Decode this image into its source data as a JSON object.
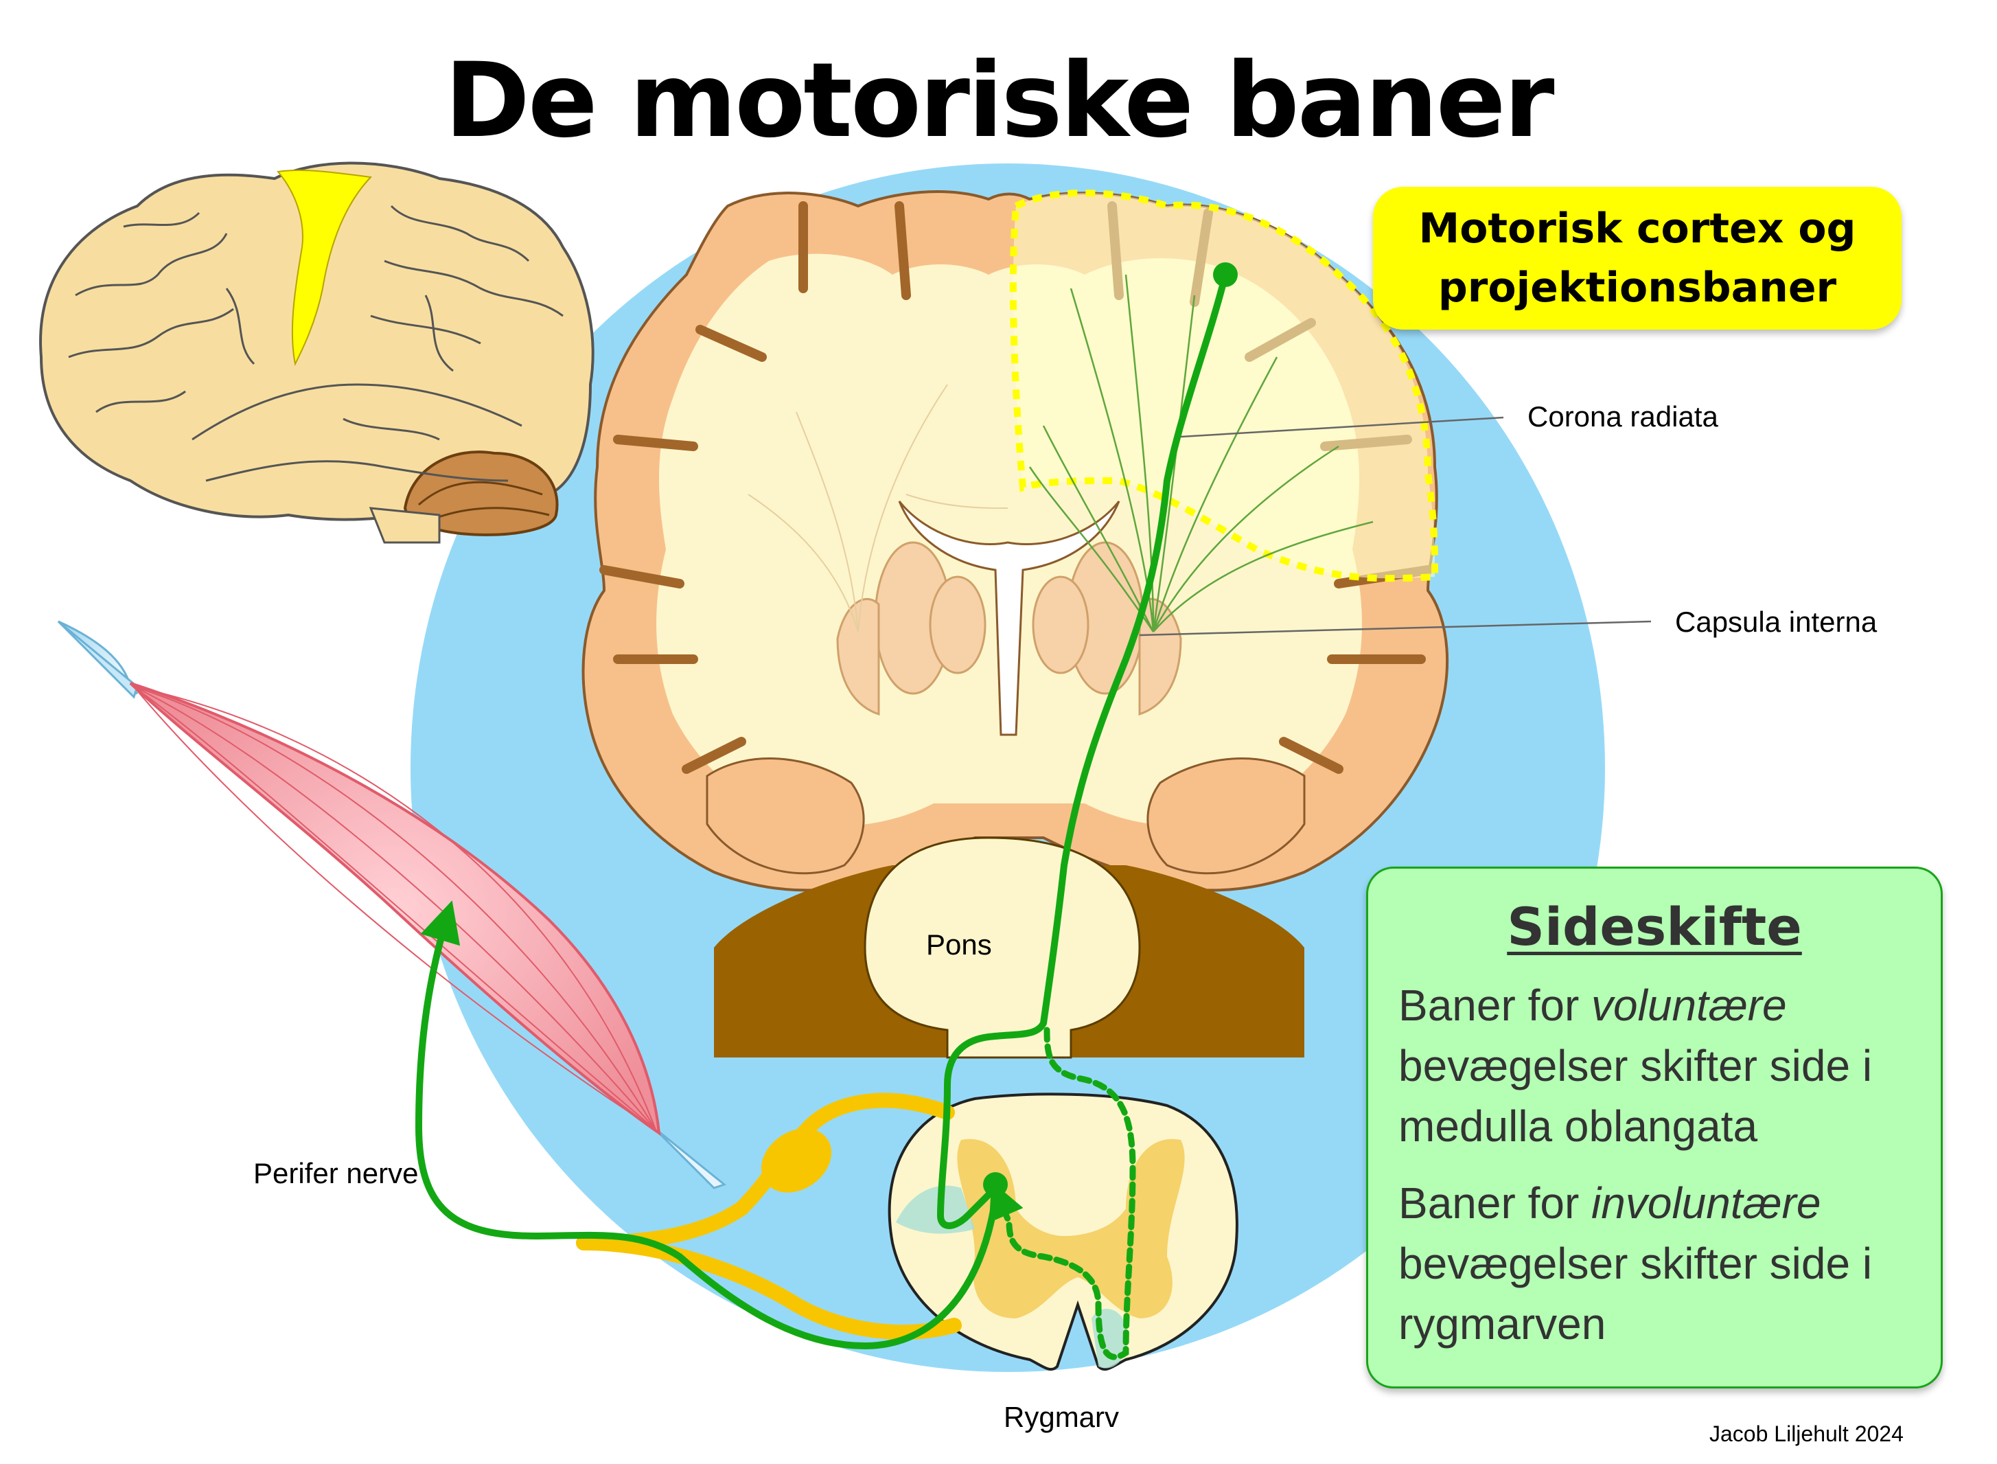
{
  "title": "De motoriske baner",
  "labels": {
    "corona_radiata": "Corona radiata",
    "capsula_interna": "Capsula interna",
    "pons": "Pons",
    "perifer_nerve": "Perifer nerve",
    "rygmarv": "Rygmarv"
  },
  "callout": {
    "line1": "Motorisk cortex og",
    "line2": "projektionsbaner"
  },
  "sideskifte": {
    "heading": "Sideskifte",
    "p1_pre": "Baner for ",
    "p1_em": "voluntære",
    "p1_post": " bevægelser skifter side i medulla oblangata",
    "p2_pre": "Baner for ",
    "p2_em": "involuntære",
    "p2_post": " bevægelser skifter side i rygmarven"
  },
  "credit": "Jacob Liljehult 2024",
  "colors": {
    "background_circle": "#96d9f7",
    "cortex_gray": "#f7c08a",
    "white_matter": "#fdf6cc",
    "tract_green": "#13a813",
    "highlight_yellow": "#ffff00",
    "muscle_pink": "#f2a0a8",
    "nerve_yellow": "#f7c600",
    "brainstem_brown": "#9a6200",
    "box_green": "#b4ffb4"
  }
}
